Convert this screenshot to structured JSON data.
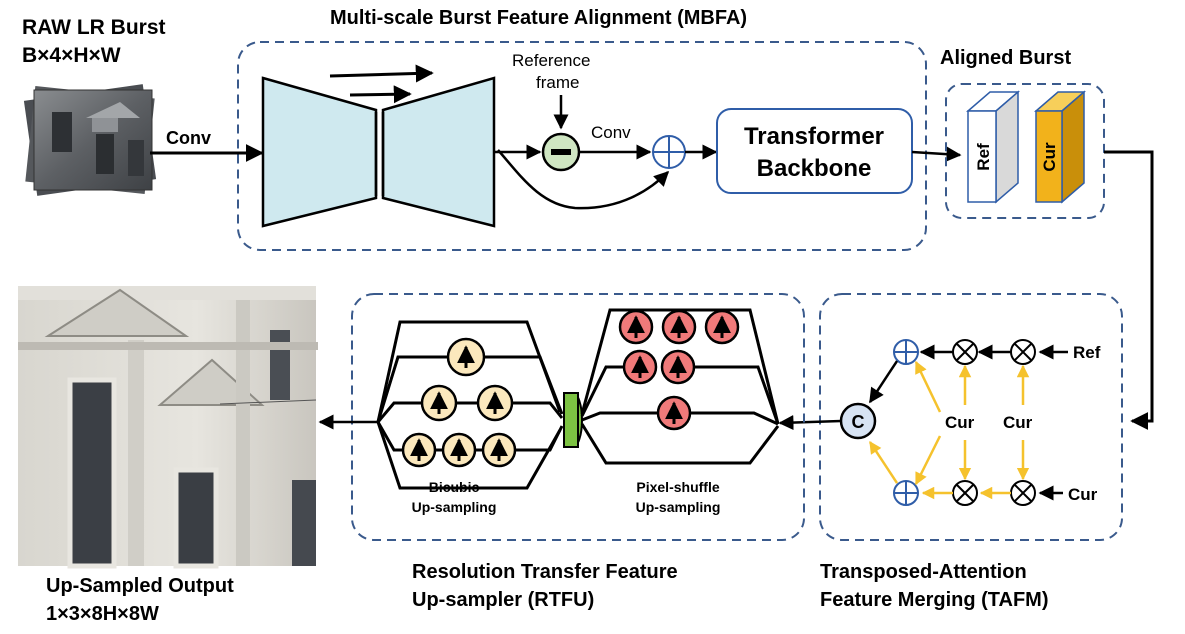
{
  "input": {
    "title": "RAW LR Burst",
    "shape": "B×4×H×W"
  },
  "mbfa": {
    "title": "Multi-scale Burst Feature Alignment (MBFA)",
    "conv_in": "Conv",
    "reference_l1": "Reference",
    "reference_l2": "frame",
    "conv_mid": "Conv",
    "backbone_l1": "Transformer",
    "backbone_l2": "Backbone"
  },
  "aligned": {
    "title": "Aligned Burst",
    "ref": "Ref",
    "cur": "Cur"
  },
  "tafm": {
    "title_l1": "Transposed-Attention",
    "title_l2": "Feature Merging (TAFM)",
    "ref_in": "Ref",
    "cur_in": "Cur",
    "cur_a": "Cur",
    "cur_b": "Cur",
    "concat": "C"
  },
  "rtfu": {
    "title_l1": "Resolution Transfer Feature",
    "title_l2": "Up-sampler (RTFU)",
    "bicubic_l1": "Bicubic",
    "bicubic_l2": "Up-sampling",
    "pixel_l1": "Pixel-shuffle",
    "pixel_l2": "Up-sampling"
  },
  "output": {
    "title": "Up-Sampled Output",
    "shape": "1×3×8H×8W"
  },
  "colors": {
    "dashed_border": "#3a5a8c",
    "encoder_fill": "#cfe9ef",
    "minus_fill": "#cfe6c2",
    "ref_block": "#d9d9d9",
    "cur_block": "#f2b21b",
    "bicubic_circle": "#fbe8bd",
    "pixel_circle": "#f07a7a",
    "merge_arrow": "#f5c22d",
    "concat_fill": "#d7e3f3",
    "node_blue": "#2f5da8",
    "fuse_green": "#7cc242"
  }
}
